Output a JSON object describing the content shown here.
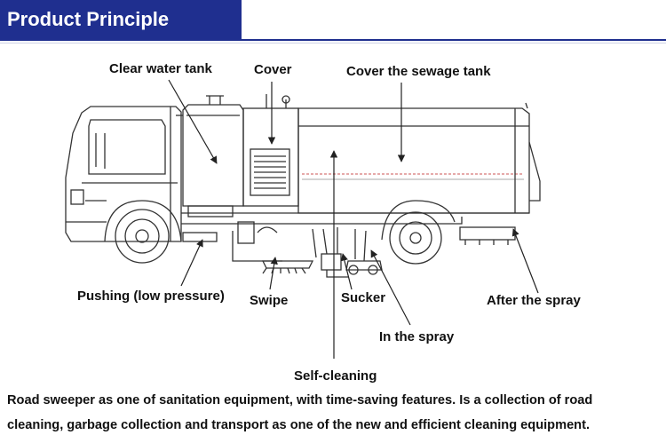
{
  "header": {
    "title": "Product Principle"
  },
  "labels": {
    "clear_water_tank": "Clear water tank",
    "cover": "Cover",
    "cover_sewage_tank": "Cover the sewage tank",
    "pushing": "Pushing (low pressure)",
    "swipe": "Swipe",
    "sucker": "Sucker",
    "after_spray": "After the spray",
    "in_spray": "In the spray",
    "self_cleaning": "Self-cleaning"
  },
  "caption": {
    "line1": "Road sweeper as one of sanitation equipment, with time-saving features. Is a collection of road",
    "line2": "cleaning, garbage collection and transport as one of the new and efficient cleaning equipment."
  },
  "colors": {
    "header_bg": "#1f2f8f",
    "header_text": "#ffffff",
    "line_art": "#333333"
  }
}
